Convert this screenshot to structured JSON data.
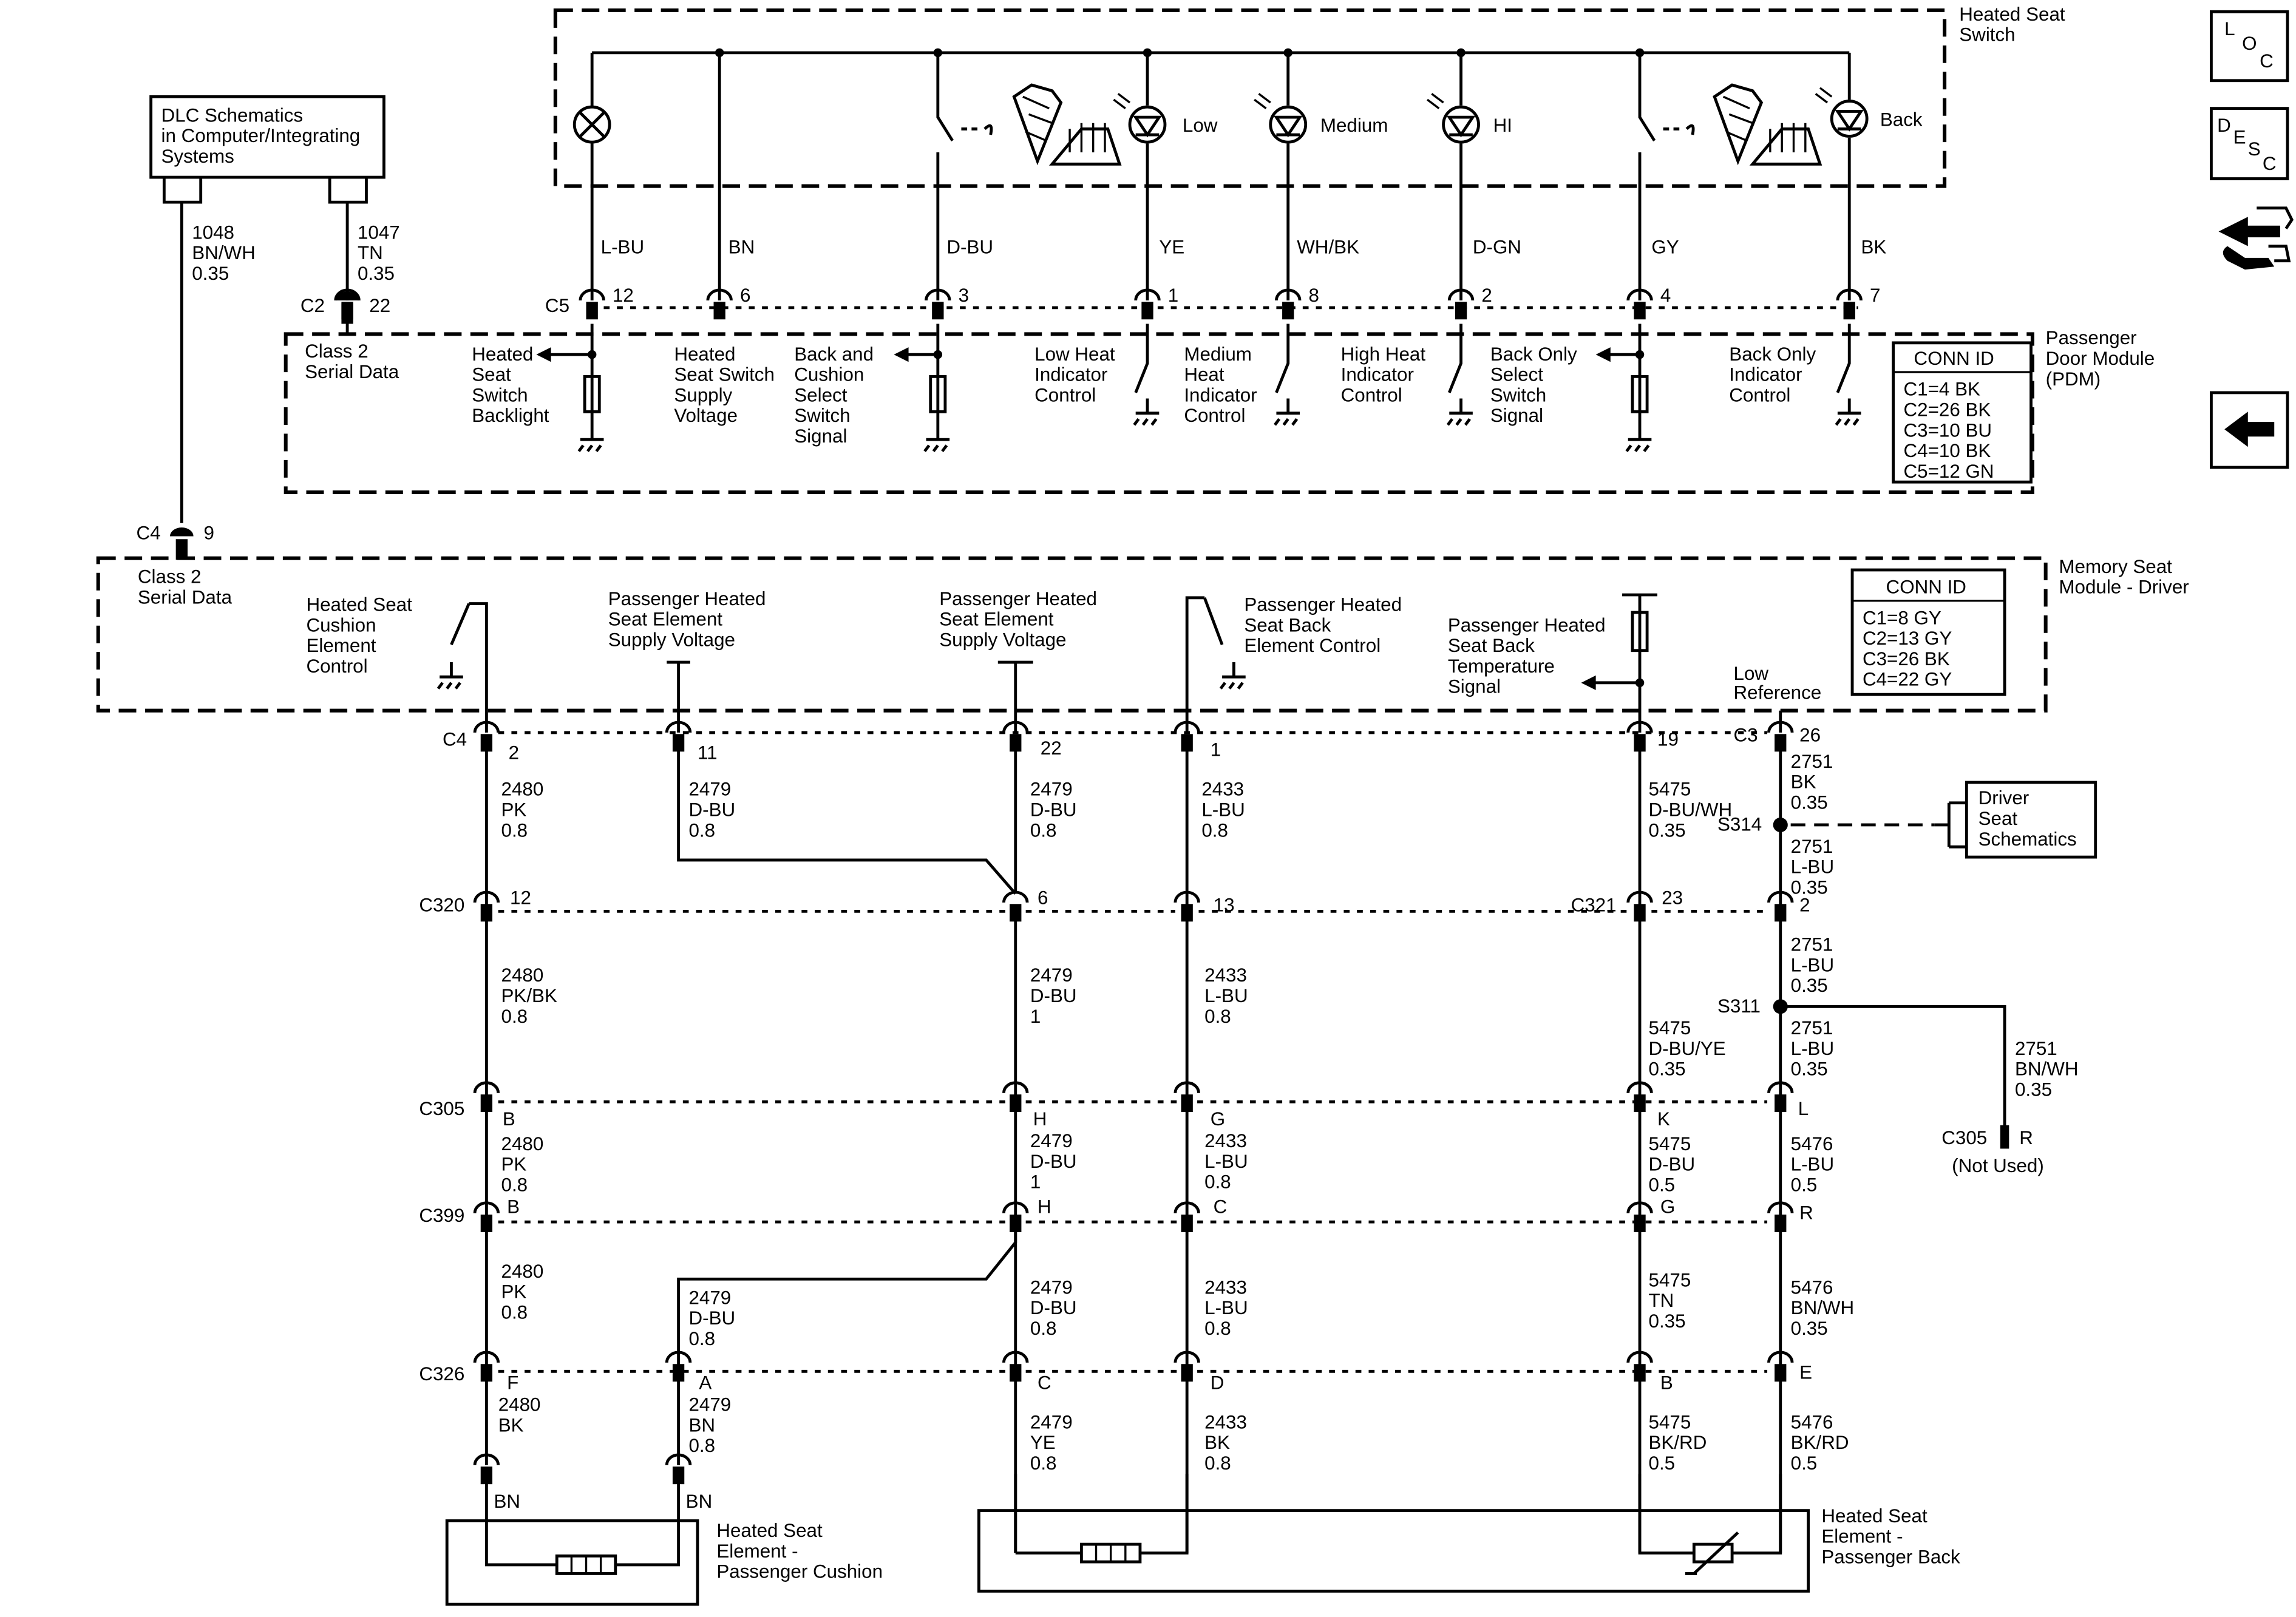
{
  "switch": {
    "title1": "Heated Seat",
    "title2": "Switch",
    "lamps": [
      {
        "name": "Low"
      },
      {
        "name": "Medium"
      },
      {
        "name": "HI"
      },
      {
        "name": "Back"
      }
    ]
  },
  "dlc": {
    "lines": [
      "DLC Schematics",
      "in Computer/Integrating",
      "Systems"
    ],
    "wire1": {
      "circuit": "1048",
      "color": "BN/WH",
      "size": "0.35"
    },
    "wire2": {
      "circuit": "1047",
      "color": "TN",
      "size": "0.35"
    }
  },
  "pdm": {
    "title": [
      "Passenger",
      "Door Module",
      "(PDM)"
    ],
    "c2_label": "C2",
    "c2_pin": "22",
    "class2": [
      "Class 2",
      "Serial Data"
    ],
    "c5_label": "C5",
    "wire_colors": [
      "L-BU",
      "BN",
      "D-BU",
      "YE",
      "WH/BK",
      "D-GN",
      "GY",
      "BK"
    ],
    "pins": [
      "12",
      "6",
      "3",
      "1",
      "8",
      "2",
      "4",
      "7"
    ],
    "functions": [
      [
        "Heated",
        "Seat",
        "Switch",
        "Backlight"
      ],
      [
        "Heated",
        "Seat Switch",
        "Supply",
        "Voltage"
      ],
      [
        "Back and",
        "Cushion",
        "Select",
        "Switch",
        "Signal"
      ],
      [
        "Low Heat",
        "Indicator",
        "Control"
      ],
      [
        "Medium",
        "Heat",
        "Indicator",
        "Control"
      ],
      [
        "High Heat",
        "Indicator",
        "Control"
      ],
      [
        "Back Only",
        "Select",
        "Switch",
        "Signal"
      ],
      [
        "Back Only",
        "Indicator",
        "Control"
      ]
    ],
    "conn_id": {
      "title": "CONN ID",
      "rows": [
        "C1=4 BK",
        "C2=26 BK",
        "C3=10 BU",
        "C4=10 BK",
        "C5=12 GN"
      ]
    }
  },
  "msm": {
    "title": [
      "Memory Seat",
      "Module - Driver"
    ],
    "c4_label": "C4",
    "c4_pin": "9",
    "class2": [
      "Class 2",
      "Serial Data"
    ],
    "conn_id": {
      "title": "CONN ID",
      "rows": [
        "C1=8 GY",
        "C2=13 GY",
        "C3=26 BK",
        "C4=22 GY"
      ]
    },
    "functions": {
      "cushion": [
        "Heated Seat",
        "Cushion",
        "Element",
        "Control"
      ],
      "supply1": [
        "Passenger Heated",
        "Seat Element",
        "Supply Voltage"
      ],
      "supply2": [
        "Passenger Heated",
        "Seat Element",
        "Supply Voltage"
      ],
      "back": [
        "Passenger Heated",
        "Seat Back",
        "Element Control"
      ],
      "temp": [
        "Passenger Heated",
        "Seat Back",
        "Temperature",
        "Signal"
      ],
      "lowref": [
        "Low",
        "Reference"
      ]
    },
    "c4": "C4",
    "c3": "C3",
    "pins": {
      "p2": "2",
      "p11": "11",
      "p22": "22",
      "p1": "1",
      "p19": "19",
      "p26": "26"
    }
  },
  "driver_seat": [
    "Driver",
    "Seat",
    "Schematics"
  ],
  "splices": {
    "s314": "S314",
    "s311": "S311"
  },
  "wires": {
    "a1": [
      "2480",
      "PK",
      "0.8"
    ],
    "b1": [
      "2479",
      "D-BU",
      "0.8"
    ],
    "c1": [
      "2479",
      "D-BU",
      "0.8"
    ],
    "d1": [
      "2433",
      "L-BU",
      "0.8"
    ],
    "e1": [
      "5475",
      "D-BU/WH",
      "0.35"
    ],
    "f1": [
      "2751",
      "BK",
      "0.35"
    ],
    "f2": [
      "2751",
      "L-BU",
      "0.35"
    ],
    "a2": [
      "2480",
      "PK/BK",
      "0.8"
    ],
    "c2": [
      "2479",
      "D-BU",
      "1"
    ],
    "d2": [
      "2433",
      "L-BU",
      "0.8"
    ],
    "e2": [
      "5475",
      "D-BU/YE",
      "0.35"
    ],
    "f3": [
      "2751",
      "L-BU",
      "0.35"
    ],
    "f4": [
      "2751",
      "L-BU",
      "0.35"
    ],
    "g1": [
      "2751",
      "BN/WH",
      "0.35"
    ],
    "a3": [
      "2480",
      "PK",
      "0.8"
    ],
    "c3": [
      "2479",
      "D-BU",
      "1"
    ],
    "d3": [
      "2433",
      "L-BU",
      "0.8"
    ],
    "e3": [
      "5475",
      "D-BU",
      "0.5"
    ],
    "f5": [
      "5476",
      "L-BU",
      "0.5"
    ],
    "a4": [
      "2480",
      "PK",
      "0.8"
    ],
    "b2": [
      "2479",
      "D-BU",
      "0.8"
    ],
    "c4": [
      "2479",
      "D-BU",
      "0.8"
    ],
    "d4": [
      "2433",
      "L-BU",
      "0.8"
    ],
    "e4": [
      "5475",
      "TN",
      "0.35"
    ],
    "f6": [
      "5476",
      "BN/WH",
      "0.35"
    ],
    "a5": [
      "2480",
      "BK"
    ],
    "b3": [
      "2479",
      "BN",
      "0.8"
    ],
    "c5": [
      "2479",
      "YE",
      "0.8"
    ],
    "d5": [
      "2433",
      "BK",
      "0.8"
    ],
    "e5": [
      "5475",
      "BK/RD",
      "0.5"
    ],
    "f7": [
      "5476",
      "BK/RD",
      "0.5"
    ]
  },
  "connectors": {
    "c320": {
      "label": "C320",
      "pins": [
        "12",
        "6",
        "13"
      ]
    },
    "c321": {
      "label": "C321",
      "pins": [
        "23",
        "2"
      ]
    },
    "c305": {
      "label": "C305",
      "pins": [
        "B",
        "H",
        "G",
        "K",
        "L"
      ]
    },
    "c399": {
      "label": "C399",
      "pins": [
        "B",
        "H",
        "C",
        "G",
        "R"
      ]
    },
    "c326": {
      "label": "C326",
      "pins": [
        "F",
        "A",
        "C",
        "D",
        "B",
        "E"
      ]
    },
    "c305r": {
      "label": "C305",
      "pin": "R",
      "note": "(Not Used)"
    }
  },
  "elements": {
    "cushion": {
      "label": [
        "Heated Seat",
        "Element -",
        "Passenger Cushion"
      ],
      "terms": [
        "BN",
        "BN"
      ]
    },
    "back": {
      "label": [
        "Heated Seat",
        "Element -",
        "Passenger Back"
      ]
    }
  },
  "nav": {
    "loc": [
      "L",
      "O",
      "C"
    ],
    "desc": [
      "D",
      "E",
      "S",
      "C"
    ]
  }
}
